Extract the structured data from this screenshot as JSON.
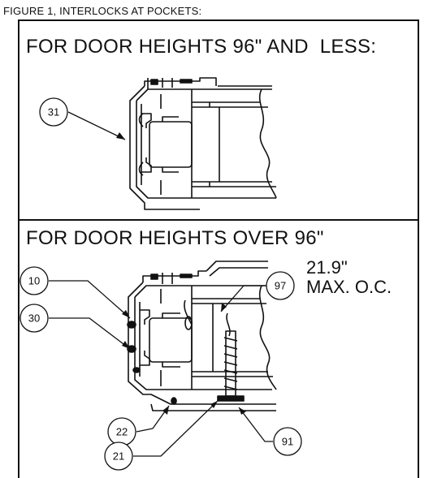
{
  "figure_title": "FIGURE 1, INTERLOCKS AT POCKETS:",
  "panels": [
    {
      "heading": "FOR DOOR HEIGHTS 96\" AND  LESS:"
    },
    {
      "heading": "FOR DOOR HEIGHTS OVER 96\""
    }
  ],
  "spacing_note": {
    "line1": "21.9\"",
    "line2": "MAX. O.C."
  },
  "callouts": {
    "c31": "31",
    "c10": "10",
    "c30": "30",
    "c97": "97",
    "c22": "22",
    "c21": "21",
    "c91": "91"
  }
}
